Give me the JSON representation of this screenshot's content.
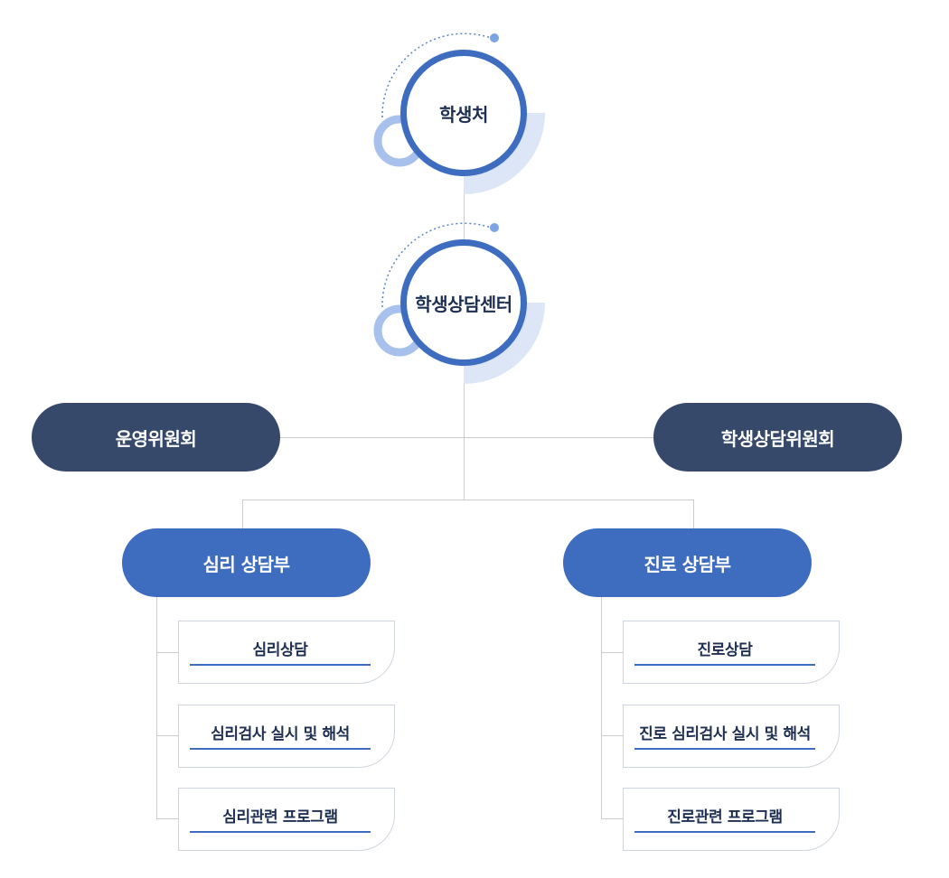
{
  "top": {
    "label": "학생처"
  },
  "center": {
    "label": "학생상담센터"
  },
  "committees": {
    "left": "운영위원회",
    "right": "학생상담위원회"
  },
  "departments": [
    {
      "name": "심리 상담부",
      "items": [
        "심리상담",
        "심리검사 실시 및 해석",
        "심리관련 프로그램"
      ]
    },
    {
      "name": "진로 상담부",
      "items": [
        "진로상담",
        "진로 심리검사 실시 및 해석",
        "진로관련 프로그램"
      ]
    }
  ],
  "colors": {
    "primary_blue": "#3e6dc0",
    "dark_navy": "#36496b",
    "light_blue": "#a8c1ec",
    "pale_blue": "#dce6f6",
    "line": "#cccccc"
  }
}
